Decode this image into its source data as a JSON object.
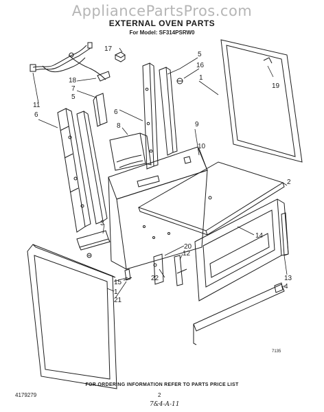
{
  "watermark": "AppliancePartsPros.com",
  "title": "EXTERNAL OVEN PARTS",
  "subtitle": "For Model: SF314PSRW0",
  "callouts": [
    {
      "id": "c17",
      "label": "17"
    },
    {
      "id": "c5",
      "label": "5"
    },
    {
      "id": "c16",
      "label": "16"
    },
    {
      "id": "c1a",
      "label": "1"
    },
    {
      "id": "c18",
      "label": "18"
    },
    {
      "id": "c7",
      "label": "7"
    },
    {
      "id": "c5b",
      "label": "5"
    },
    {
      "id": "c19",
      "label": "19"
    },
    {
      "id": "c11",
      "label": "11"
    },
    {
      "id": "c6a",
      "label": "6"
    },
    {
      "id": "c6b",
      "label": "6"
    },
    {
      "id": "c8",
      "label": "8"
    },
    {
      "id": "c9",
      "label": "9"
    },
    {
      "id": "c10",
      "label": "10"
    },
    {
      "id": "c2",
      "label": "2"
    },
    {
      "id": "c3",
      "label": "3"
    },
    {
      "id": "c14",
      "label": "14"
    },
    {
      "id": "c20",
      "label": "20"
    },
    {
      "id": "c12",
      "label": "12"
    },
    {
      "id": "c22",
      "label": "22"
    },
    {
      "id": "c15",
      "label": "15"
    },
    {
      "id": "c1b",
      "label": "1"
    },
    {
      "id": "c21",
      "label": "21"
    },
    {
      "id": "c13",
      "label": "13"
    },
    {
      "id": "c4",
      "label": "4"
    }
  ],
  "figure_code": "7135",
  "footer": "FOR ORDERING INFORMATION REFER TO PARTS PRICE LIST",
  "document_number": "4179279",
  "page_number": "2",
  "handwritten_note": "7&4-A-11",
  "colors": {
    "line": "#1a1a1a",
    "watermark": "#b5b5b5",
    "background": "#ffffff"
  }
}
